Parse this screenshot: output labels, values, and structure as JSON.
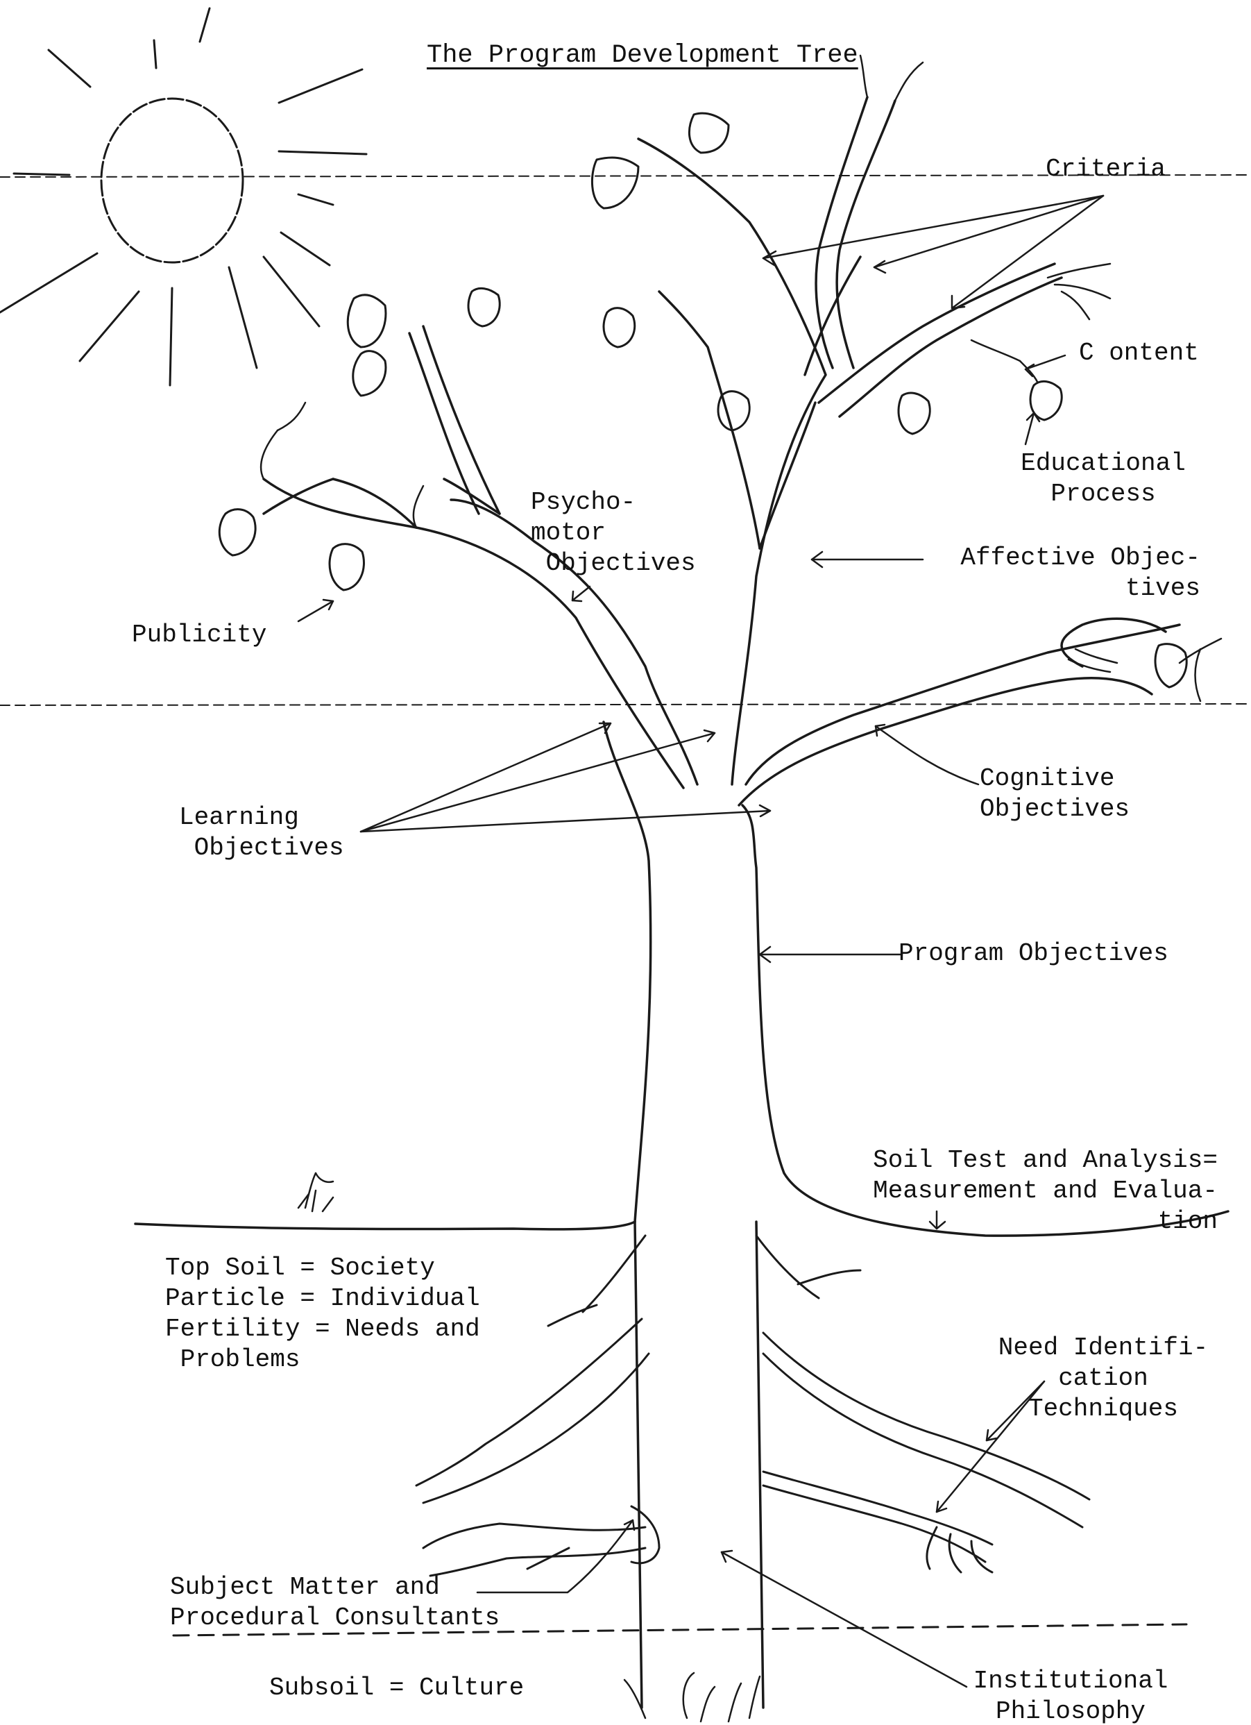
{
  "title": "The Program Development Tree",
  "labels": {
    "criteria": "Criteria",
    "content": "C ontent",
    "educational_process": "Educational\nProcess",
    "psychomotor_objectives": "Psycho-\nmotor\n Objectives",
    "affective_objectives": "Affective Objec-\ntives",
    "publicity": "Publicity",
    "learning_objectives": "Learning\n Objectives",
    "cognitive_objectives": "Cognitive\nObjectives",
    "program_objectives": "Program Objectives",
    "soil_test": "Soil Test and Analysis=\nMeasurement and Evalua-\ntion",
    "top_soil": "Top Soil = Society\nParticle = Individual\nFertility = Needs and\n Problems",
    "need_identification": "Need Identifi-\ncation\nTechniques",
    "subject_matter": "Subject Matter and\nProcedural Consultants",
    "subsoil": "Subsoil = Culture",
    "institutional_philosophy": "Institutional\nPhilosophy"
  },
  "colors": {
    "ink": "#1a1a1a",
    "background": "#ffffff"
  }
}
